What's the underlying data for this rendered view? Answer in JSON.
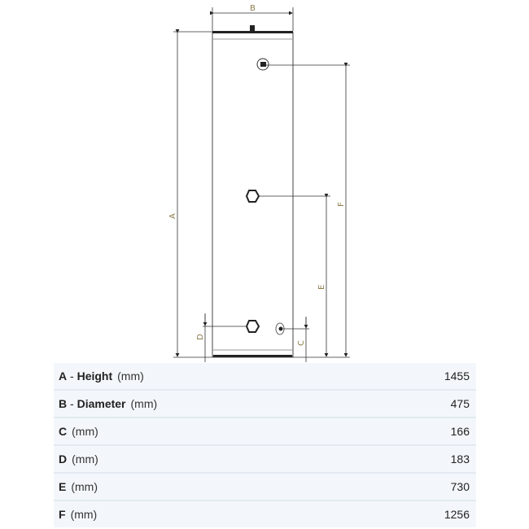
{
  "diagram": {
    "labels": {
      "a": "A",
      "b": "B",
      "c": "C",
      "d": "D",
      "e": "E",
      "f": "F"
    }
  },
  "specs": [
    {
      "key": "A",
      "name": "Height",
      "unit": "(mm)",
      "value": "1455"
    },
    {
      "key": "B",
      "name": "Diameter",
      "unit": "(mm)",
      "value": "475"
    },
    {
      "key": "C",
      "name": "",
      "unit": "(mm)",
      "value": "166"
    },
    {
      "key": "D",
      "name": "",
      "unit": "(mm)",
      "value": "183"
    },
    {
      "key": "E",
      "name": "",
      "unit": "(mm)",
      "value": "730"
    },
    {
      "key": "F",
      "name": "",
      "unit": "(mm)",
      "value": "1256"
    }
  ]
}
